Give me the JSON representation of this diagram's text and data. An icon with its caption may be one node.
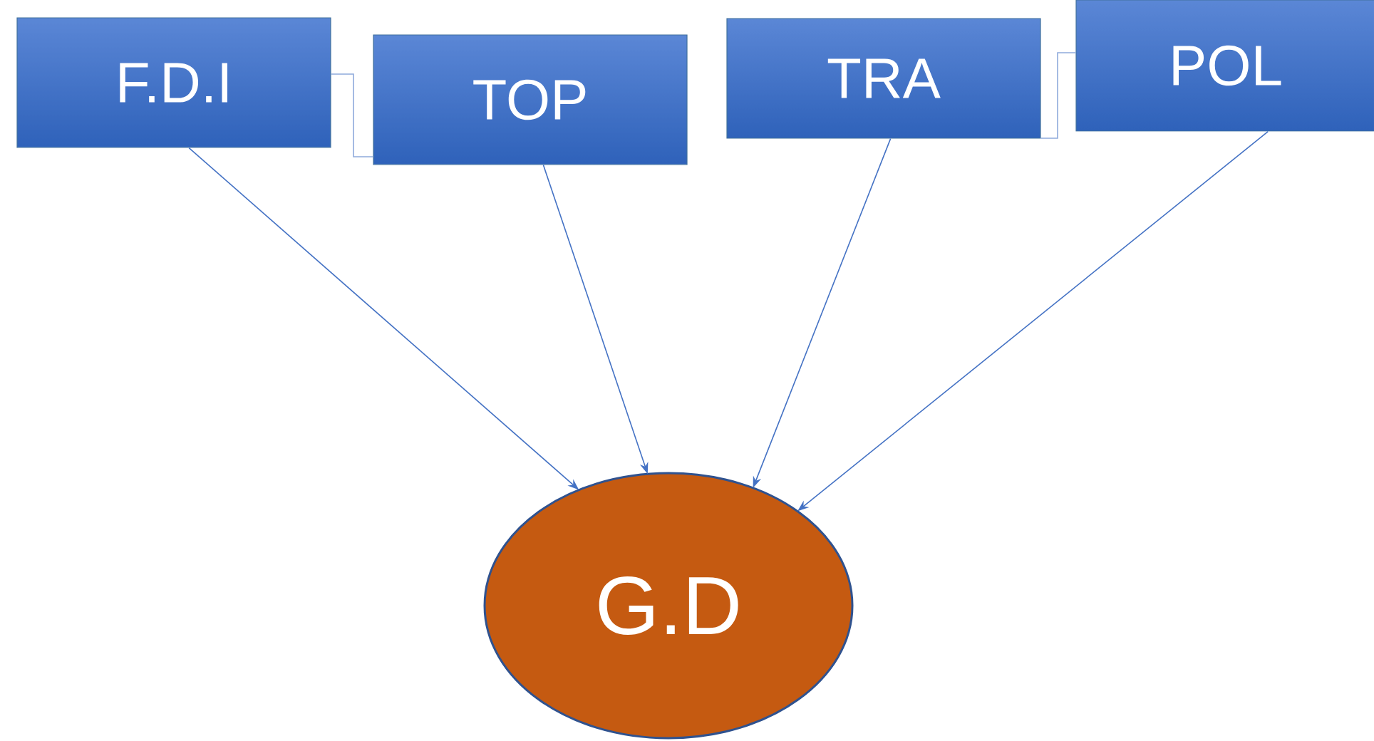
{
  "diagram": {
    "nodes": [
      {
        "text": [
          "F.D.I"
        ]
      },
      {
        "text": [
          "TOP"
        ]
      },
      {
        "text": [
          "TRA"
        ]
      },
      {
        "text": [
          "POL"
        ]
      },
      {
        "text": [
          "G.D"
        ]
      }
    ],
    "edges": [
      {
        "from": 0,
        "to": 1,
        "arrow": "none",
        "color": "#8faadc"
      },
      {
        "from": 2,
        "to": 3,
        "arrow": "none",
        "color": "#8faadc"
      },
      {
        "from": 0,
        "to": 4,
        "arrow": "to"
      },
      {
        "from": 1,
        "to": 4,
        "arrow": "to"
      },
      {
        "from": 2,
        "to": 4,
        "arrow": "to"
      },
      {
        "from": 3,
        "to": 4,
        "arrow": "to"
      }
    ]
  }
}
